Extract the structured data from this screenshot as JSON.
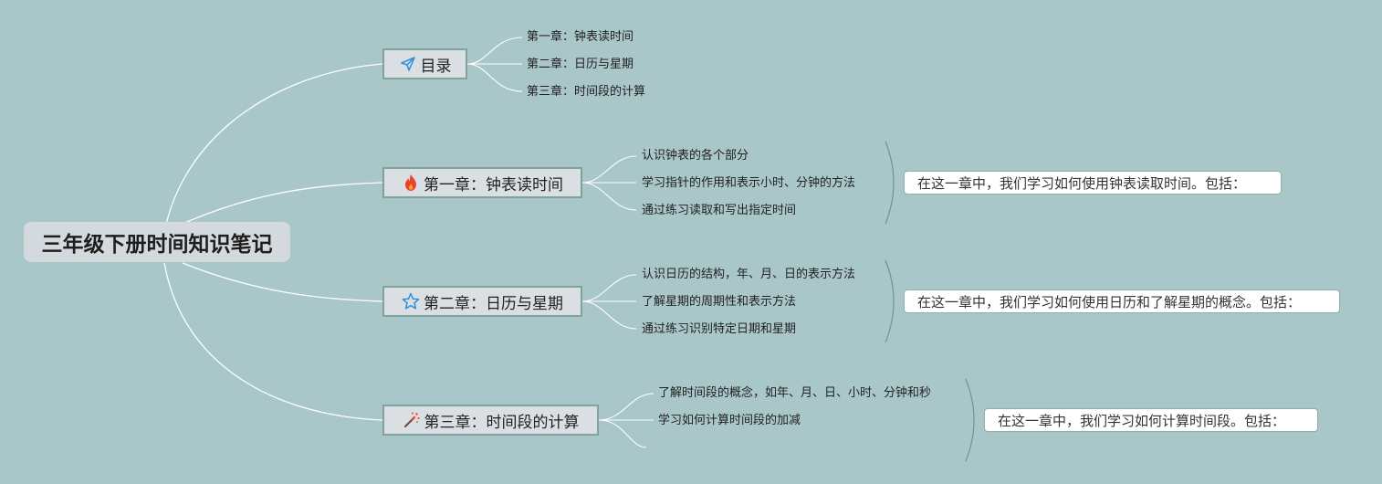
{
  "root": {
    "title": "三年级下册时间知识笔记"
  },
  "toc": {
    "label": "目录",
    "icon": "paper-plane-icon",
    "items": [
      "第一章：钟表读时间",
      "第二章：日历与星期",
      "第三章：时间段的计算"
    ]
  },
  "chapters": [
    {
      "label": "第一章：钟表读时间",
      "icon": "fire-icon",
      "items": [
        "认识钟表的各个部分",
        "学习指针的作用和表示小时、分钟的方法",
        "通过练习读取和写出指定时间"
      ],
      "note": "在这一章中，我们学习如何使用钟表读取时间。包括："
    },
    {
      "label": "第二章：日历与星期",
      "icon": "star-icon",
      "items": [
        "认识日历的结构，年、月、日的表示方法",
        "了解星期的周期性和表示方法",
        "通过练习识别特定日期和星期"
      ],
      "note": "在这一章中，我们学习如何使用日历和了解星期的概念。包括："
    },
    {
      "label": "第三章：时间段的计算",
      "icon": "magic-wand-icon",
      "items": [
        "了解时间段的概念，如年、月、日、小时、分钟和秒",
        "学习如何计算时间段的加减"
      ],
      "note": "在这一章中，我们学习如何计算时间段。包括："
    }
  ],
  "colors": {
    "background": "#a9c6c9",
    "connector": "#ffffff",
    "topic_border": "#7fa39c",
    "fire": "#e8442b",
    "star": "#2f8fd8",
    "plane": "#2f8fd8"
  }
}
